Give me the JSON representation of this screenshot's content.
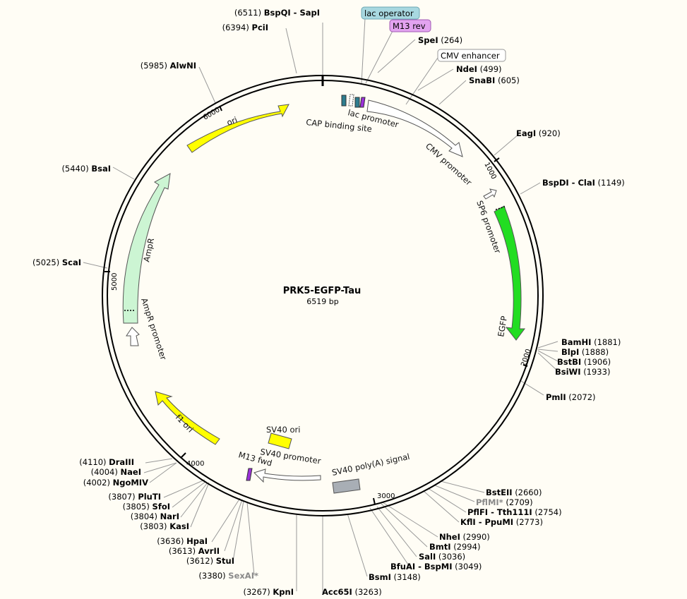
{
  "plasmid": {
    "name": "PRK5-EGFP-Tau",
    "size_label": "6519 bp"
  },
  "ticks": [
    "1000",
    "2000",
    "3000",
    "4000",
    "5000",
    "6000"
  ],
  "boxed_features": [
    {
      "label": "lac operator",
      "fill": "#a8d8e0",
      "stroke": "#6ca7b3"
    },
    {
      "label": "M13 rev",
      "fill": "#e3a3f0",
      "stroke": "#a15cb3"
    },
    {
      "label": "CMV enhancer",
      "fill": "#ffffff",
      "stroke": "#999999"
    }
  ],
  "features": [
    {
      "label": "ori",
      "color": "#ffff00"
    },
    {
      "label": "AmpR",
      "color": "#ccf5d3"
    },
    {
      "label": "AmpR promoter",
      "color": "#ffffff"
    },
    {
      "label": "f1 ori",
      "color": "#ffff00"
    },
    {
      "label": "SV40 ori",
      "color": "#ffff00"
    },
    {
      "label": "SV40 promoter",
      "color": "#ffffff"
    },
    {
      "label": "M13 fwd",
      "color": "#9b30d9"
    },
    {
      "label": "SV40 poly(A) signal",
      "color": "#a8aeb5"
    },
    {
      "label": "EGFP",
      "color": "#22dd22"
    },
    {
      "label": "SP6 promoter",
      "color": "#ffffff"
    },
    {
      "label": "CMV promoter",
      "color": "#ffffff"
    },
    {
      "label": "lac promoter",
      "color": "#ffffff"
    },
    {
      "label": "CAP binding site",
      "color": "#2e7d8f"
    }
  ],
  "sites": [
    {
      "name": "BspQI - SapI",
      "pos": "(6511)",
      "gray": false
    },
    {
      "name": "PciI",
      "pos": "(6394)",
      "gray": false
    },
    {
      "name": "AlwNI",
      "pos": "(5985)",
      "gray": false
    },
    {
      "name": "BsaI",
      "pos": "(5440)",
      "gray": false
    },
    {
      "name": "ScaI",
      "pos": "(5025)",
      "gray": false
    },
    {
      "name": "SpeI",
      "pos": "(264)",
      "gray": false
    },
    {
      "name": "NdeI",
      "pos": "(499)",
      "gray": false
    },
    {
      "name": "SnaBI",
      "pos": "(605)",
      "gray": false
    },
    {
      "name": "EagI",
      "pos": "(920)",
      "gray": false
    },
    {
      "name": "BspDI - ClaI",
      "pos": "(1149)",
      "gray": false
    },
    {
      "name": "BamHI",
      "pos": "(1881)",
      "gray": false
    },
    {
      "name": "BlpI",
      "pos": "(1888)",
      "gray": false
    },
    {
      "name": "BstBI",
      "pos": "(1906)",
      "gray": false
    },
    {
      "name": "BsiWI",
      "pos": "(1933)",
      "gray": false
    },
    {
      "name": "PmlI",
      "pos": "(2072)",
      "gray": false
    },
    {
      "name": "BstEII",
      "pos": "(2660)",
      "gray": false
    },
    {
      "name": "PflMI*",
      "pos": "(2709)",
      "gray": true
    },
    {
      "name": "PflFI - Tth111I",
      "pos": "(2754)",
      "gray": false
    },
    {
      "name": "KflI - PpuMI",
      "pos": "(2773)",
      "gray": false
    },
    {
      "name": "NheI",
      "pos": "(2990)",
      "gray": false
    },
    {
      "name": "BmtI",
      "pos": "(2994)",
      "gray": false
    },
    {
      "name": "SalI",
      "pos": "(3036)",
      "gray": false
    },
    {
      "name": "BfuAI - BspMI",
      "pos": "(3049)",
      "gray": false
    },
    {
      "name": "BsmI",
      "pos": "(3148)",
      "gray": false
    },
    {
      "name": "Acc65I",
      "pos": "(3263)",
      "gray": false
    },
    {
      "name": "KpnI",
      "pos": "(3267)",
      "gray": false
    },
    {
      "name": "SexAI*",
      "pos": "(3380)",
      "gray": true
    },
    {
      "name": "StuI",
      "pos": "(3612)",
      "gray": false
    },
    {
      "name": "AvrII",
      "pos": "(3613)",
      "gray": false
    },
    {
      "name": "HpaI",
      "pos": "(3636)",
      "gray": false
    },
    {
      "name": "KasI",
      "pos": "(3803)",
      "gray": false
    },
    {
      "name": "NarI",
      "pos": "(3804)",
      "gray": false
    },
    {
      "name": "SfoI",
      "pos": "(3805)",
      "gray": false
    },
    {
      "name": "PluTI",
      "pos": "(3807)",
      "gray": false
    },
    {
      "name": "NgoMIV",
      "pos": "(4002)",
      "gray": false
    },
    {
      "name": "NaeI",
      "pos": "(4004)",
      "gray": false
    },
    {
      "name": "DraIII",
      "pos": "(4110)",
      "gray": false
    }
  ]
}
